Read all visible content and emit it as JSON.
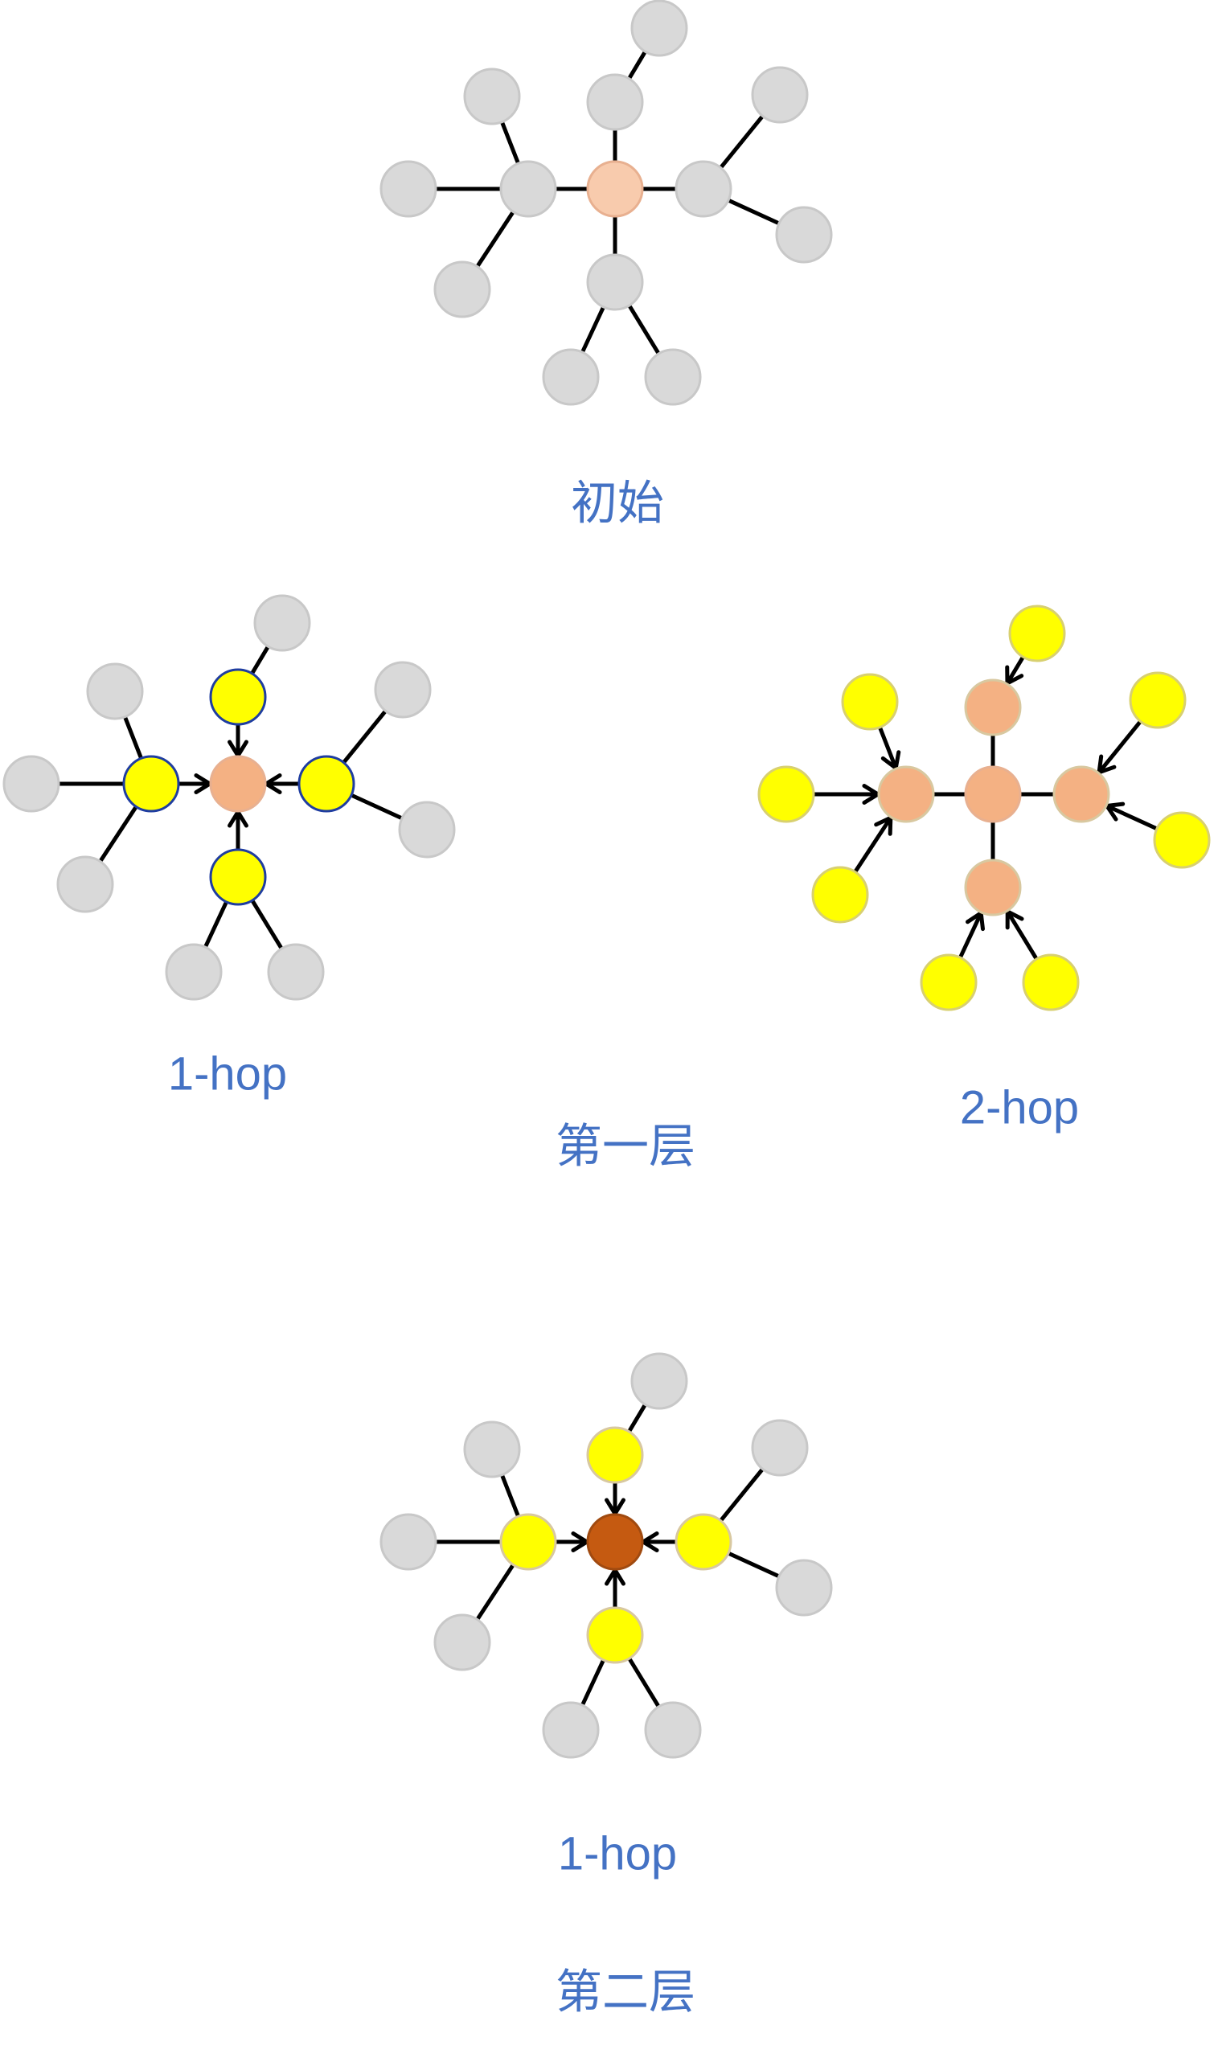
{
  "labels": {
    "initial": "初始",
    "layer1": "第一层",
    "layer1_left": "1-hop",
    "layer1_right": "2-hop",
    "layer2_hop": "1-hop",
    "layer2": "第二层"
  },
  "colors": {
    "gray": "#d9d9d9",
    "gray_stroke": "#c8c8c8",
    "peach": "#f8cbad",
    "salmon": "#f4b183",
    "yellow": "#ffff00",
    "dark_orange": "#c55a11",
    "blue_outline": "#1f3da0",
    "label_blue": "#4472c4"
  },
  "graphs": {
    "initial": {
      "center_node": "peach",
      "hop1_nodes": "gray",
      "hop2_nodes": "gray",
      "aggregation_arrows": "none"
    },
    "layer1_1hop": {
      "center_node": "salmon",
      "hop1_nodes": "yellow",
      "hop2_nodes": "gray",
      "aggregation_arrows": "hop1 → center"
    },
    "layer1_2hop": {
      "center_node": "salmon",
      "hop1_nodes": "salmon",
      "hop2_nodes": "yellow",
      "aggregation_arrows": "hop2 → hop1"
    },
    "layer2": {
      "center_node": "dark_orange",
      "hop1_nodes": "yellow",
      "hop2_nodes": "gray",
      "aggregation_arrows": "hop1 → center"
    }
  }
}
